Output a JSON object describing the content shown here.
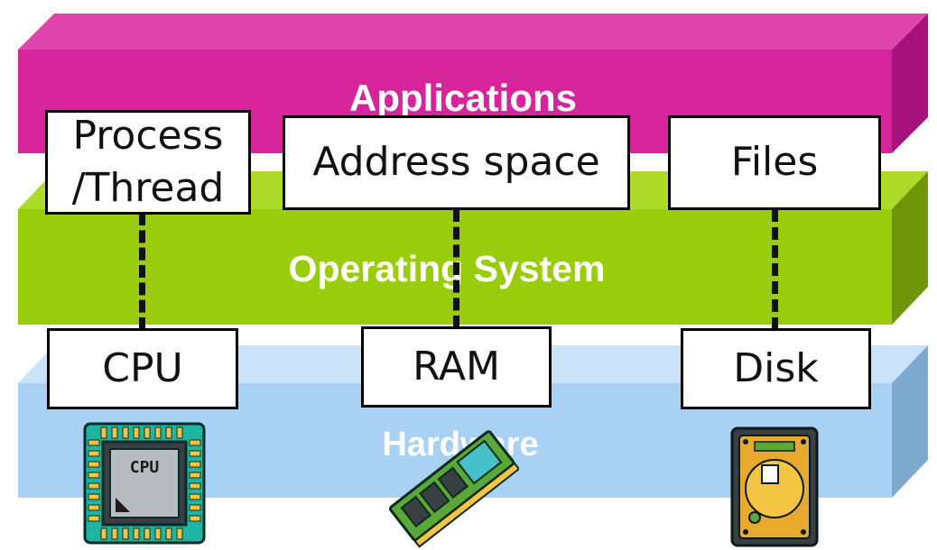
{
  "layers": {
    "applications": {
      "label": "Applications",
      "color": "#d6259a"
    },
    "os": {
      "label": "Operating System",
      "color": "#99cc0a"
    },
    "hardware": {
      "label": "Hardware",
      "color": "#a9d1f4"
    }
  },
  "abstractions": [
    {
      "line1": "Process",
      "line2": "/Thread"
    },
    {
      "line1": "Address space",
      "line2": ""
    },
    {
      "line1": "Files",
      "line2": ""
    }
  ],
  "devices": [
    {
      "label": "CPU"
    },
    {
      "label": "RAM"
    },
    {
      "label": "Disk"
    }
  ],
  "icons": {
    "cpu_chip_text": "CPU",
    "cpu": "cpu-chip-icon",
    "ram": "ram-stick-icon",
    "disk": "hard-disk-icon"
  }
}
